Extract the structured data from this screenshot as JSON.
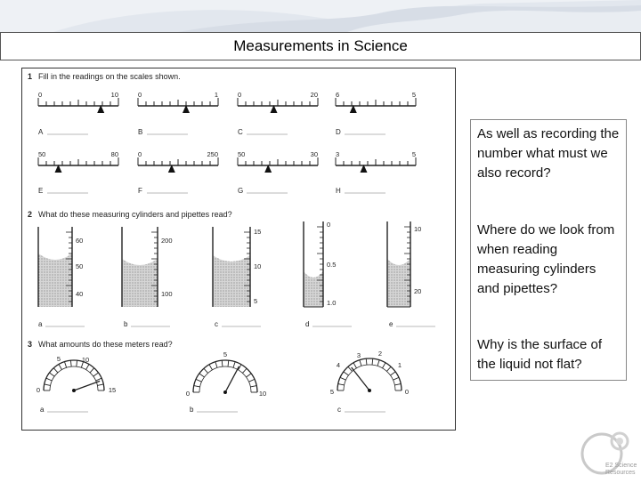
{
  "slide": {
    "title": "Measurements in Science",
    "questions": [
      "As well as recording the number what must we also record?",
      "Where do we look from when reading measuring cylinders and pipettes?",
      "Why is the surface of the liquid not flat?"
    ],
    "logo_text": [
      "E2 Science",
      "Resources"
    ]
  },
  "worksheet": {
    "q1": {
      "number": "1",
      "prompt": "Fill in the readings on the scales shown.",
      "scales": [
        {
          "left": "0",
          "right": "10",
          "blank": "A"
        },
        {
          "left": "0",
          "right": "1",
          "blank": "B"
        },
        {
          "left": "0",
          "right": "20",
          "blank": "C"
        },
        {
          "left": "6",
          "right": "5",
          "blank": "D"
        },
        {
          "left": "50",
          "right": "80",
          "blank": "E"
        },
        {
          "left": "0",
          "right": "250",
          "blank": "F"
        },
        {
          "left": "50",
          "right": "30",
          "blank": "G"
        },
        {
          "left": "3",
          "right": "5",
          "blank": "H"
        }
      ]
    },
    "q2": {
      "number": "2",
      "prompt": "What do these measuring cylinders and pipettes read?",
      "items": [
        {
          "labels": [
            "60",
            "50",
            "40"
          ],
          "blank": "a"
        },
        {
          "labels": [
            "200",
            "100"
          ],
          "blank": "b"
        },
        {
          "labels": [
            "15",
            "10",
            "5"
          ],
          "blank": "c"
        },
        {
          "labels": [
            "0",
            "0.5",
            "1.0"
          ],
          "blank": "d"
        },
        {
          "labels": [
            "10",
            "20"
          ],
          "blank": "e"
        }
      ]
    },
    "q3": {
      "number": "3",
      "prompt": "What amounts do these meters read?",
      "meters": [
        {
          "labels": [
            "0",
            "5",
            "10",
            "15"
          ],
          "blank": "a"
        },
        {
          "labels": [
            "0",
            "5",
            "10"
          ],
          "blank": "b"
        },
        {
          "labels": [
            "5",
            "4",
            "3",
            "2",
            "1",
            "0"
          ],
          "blank": "c"
        }
      ]
    }
  }
}
